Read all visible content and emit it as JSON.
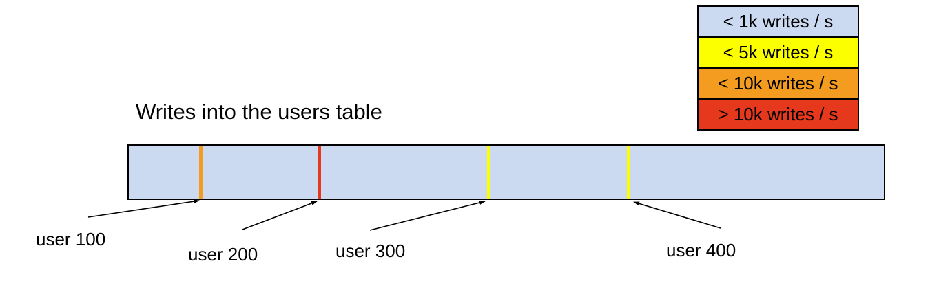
{
  "title": "Writes into the users table",
  "colors": {
    "background": "#ffffff",
    "outline": "#000000",
    "lt1k": "#ccdaf1",
    "lt5k": "#fcff00",
    "lt10k": "#f39c20",
    "gt10k": "#e6381c"
  },
  "legend": {
    "items": [
      {
        "label": "< 1k writes / s",
        "color_key": "lt1k"
      },
      {
        "label": "< 5k writes / s",
        "color_key": "lt5k"
      },
      {
        "label": "< 10k writes / s",
        "color_key": "lt10k"
      },
      {
        "label": "> 10k writes / s",
        "color_key": "gt10k"
      }
    ]
  },
  "bar": {
    "fill_color_key": "lt1k",
    "markers": [
      {
        "label": "user 100",
        "write_rate": "< 10k writes / s",
        "color_key": "lt10k",
        "x_percent": 9.5
      },
      {
        "label": "user 200",
        "write_rate": "> 10k writes / s",
        "color_key": "gt10k",
        "x_percent": 25.2
      },
      {
        "label": "user 300",
        "write_rate": "< 5k writes / s",
        "color_key": "lt5k",
        "x_percent": 47.7
      },
      {
        "label": "user 400",
        "write_rate": "< 5k writes / s",
        "color_key": "lt5k",
        "x_percent": 66.2
      }
    ]
  }
}
